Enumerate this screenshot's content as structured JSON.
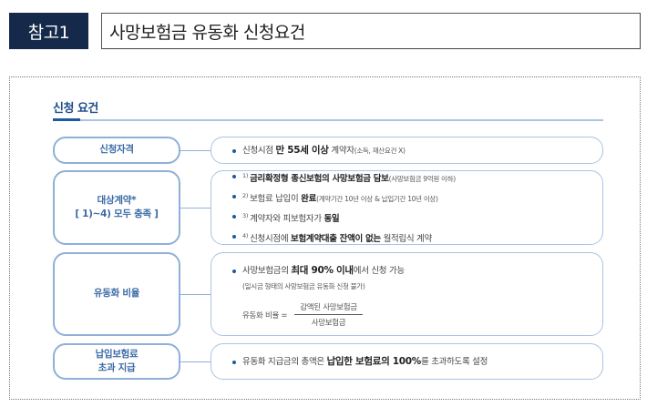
{
  "header": {
    "badge": "참고1",
    "title": "사망보험금 유동화 신청요건"
  },
  "section": {
    "title": "신청 요건"
  },
  "colors": {
    "badge_bg": "#15294a",
    "accent": "#1c5aa0",
    "box_border": "#8fb0d8",
    "label_text": "#3a6aa6"
  },
  "rows": [
    {
      "label": [
        "신청자격"
      ],
      "bullets": [
        {
          "prefix": "신청시점 ",
          "bold": "만 55세 이상",
          "suffix": " 계약자",
          "small": "(소득, 재산요건 X)"
        }
      ]
    },
    {
      "label": [
        "대상계약*",
        "[ 1)~4) 모두 충족 ]"
      ],
      "label_sup": "1)~4)",
      "bullets": [
        {
          "sup": "1)",
          "bold": "금리확정형 종신보험의 사망보험금 담보",
          "small": "(사망보험금 9억원 이하)"
        },
        {
          "sup": "2)",
          "prefix": "보험료 납입이 ",
          "bold": "완료",
          "small": "(계약기간 10년 이상 & 납입기간 10년 이상)"
        },
        {
          "sup": "3)",
          "prefix": "계약자와 피보험자가 ",
          "bold": "동일"
        },
        {
          "sup": "4)",
          "prefix": "신청시점에 ",
          "bold": "보험계약대출 잔액이 없는",
          "suffix": " 월적립식 계약"
        }
      ]
    },
    {
      "label": [
        "유동화 비율"
      ],
      "bullets": [
        {
          "prefix": "사망보험금의 ",
          "bold": "최대 90% 이내",
          "suffix": "에서 신청 가능"
        }
      ],
      "note": "(일시금 형태의 사망보험금 유동화 신청 불가)",
      "formula": {
        "lhs": "유동화 비율 =",
        "numerator": "감액된 사망보험금",
        "denominator": "사망보험금"
      }
    },
    {
      "label": [
        "납입보험료",
        "초과 지급"
      ],
      "bullets": [
        {
          "prefix": "유동화 지급금의 총액은 ",
          "bold": "납입한 보험료의 100%",
          "suffix": "를 초과하도록 설정"
        }
      ]
    }
  ]
}
